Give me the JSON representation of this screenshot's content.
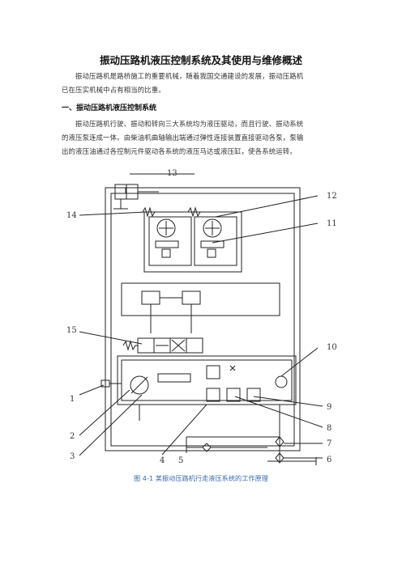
{
  "document": {
    "title": "振动压路机液压控制系统及其使用与维修概述",
    "intro_lines": [
      "振动压路机是路桥施工的重要机械，随着我国交通建设的发展，振动压路机",
      "已在压实机械中占有相当的比重。"
    ],
    "section_heading": "一、振动压路机液压控制系统",
    "body_lines": [
      "振动压路机行驶、振动和转向三大系统均为液压驱动，而且行驶、振动系统",
      "的液压泵连成一体。由柴油机曲轴输出端通过弹性连接装置直接驱动各泵，泵输",
      "出的液压油通过各控制元件驱动各系统的液压马达或液压缸，使各系统运转。"
    ],
    "figure": {
      "caption": "图 4-1  某振动压路机行走液压系统的工作原理",
      "callouts": [
        "1",
        "2",
        "3",
        "4",
        "5",
        "6",
        "7",
        "8",
        "9",
        "10",
        "11",
        "12",
        "13",
        "14",
        "15"
      ]
    }
  }
}
